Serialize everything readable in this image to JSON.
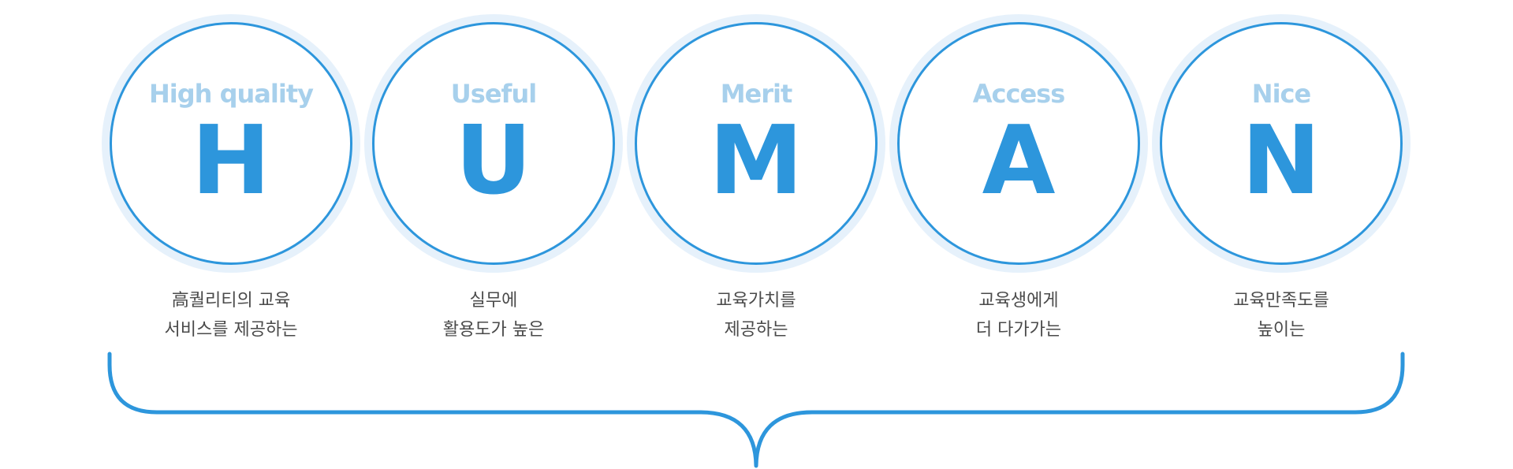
{
  "accent_color": "#2d96dc",
  "word_color": "#a7d0ec",
  "items": [
    {
      "word": "High quality",
      "letter": "H",
      "desc_line1": "高퀄리티의 교육",
      "desc_line2": "서비스를 제공하는"
    },
    {
      "word": "Useful",
      "letter": "U",
      "desc_line1": "실무에",
      "desc_line2": "활용도가 높은"
    },
    {
      "word": "Merit",
      "letter": "M",
      "desc_line1": "교육가치를",
      "desc_line2": "제공하는"
    },
    {
      "word": "Access",
      "letter": "A",
      "desc_line1": "교육생에게",
      "desc_line2": "더 다가가는"
    },
    {
      "word": "Nice",
      "letter": "N",
      "desc_line1": "교육만족도를",
      "desc_line2": "높이는"
    }
  ]
}
